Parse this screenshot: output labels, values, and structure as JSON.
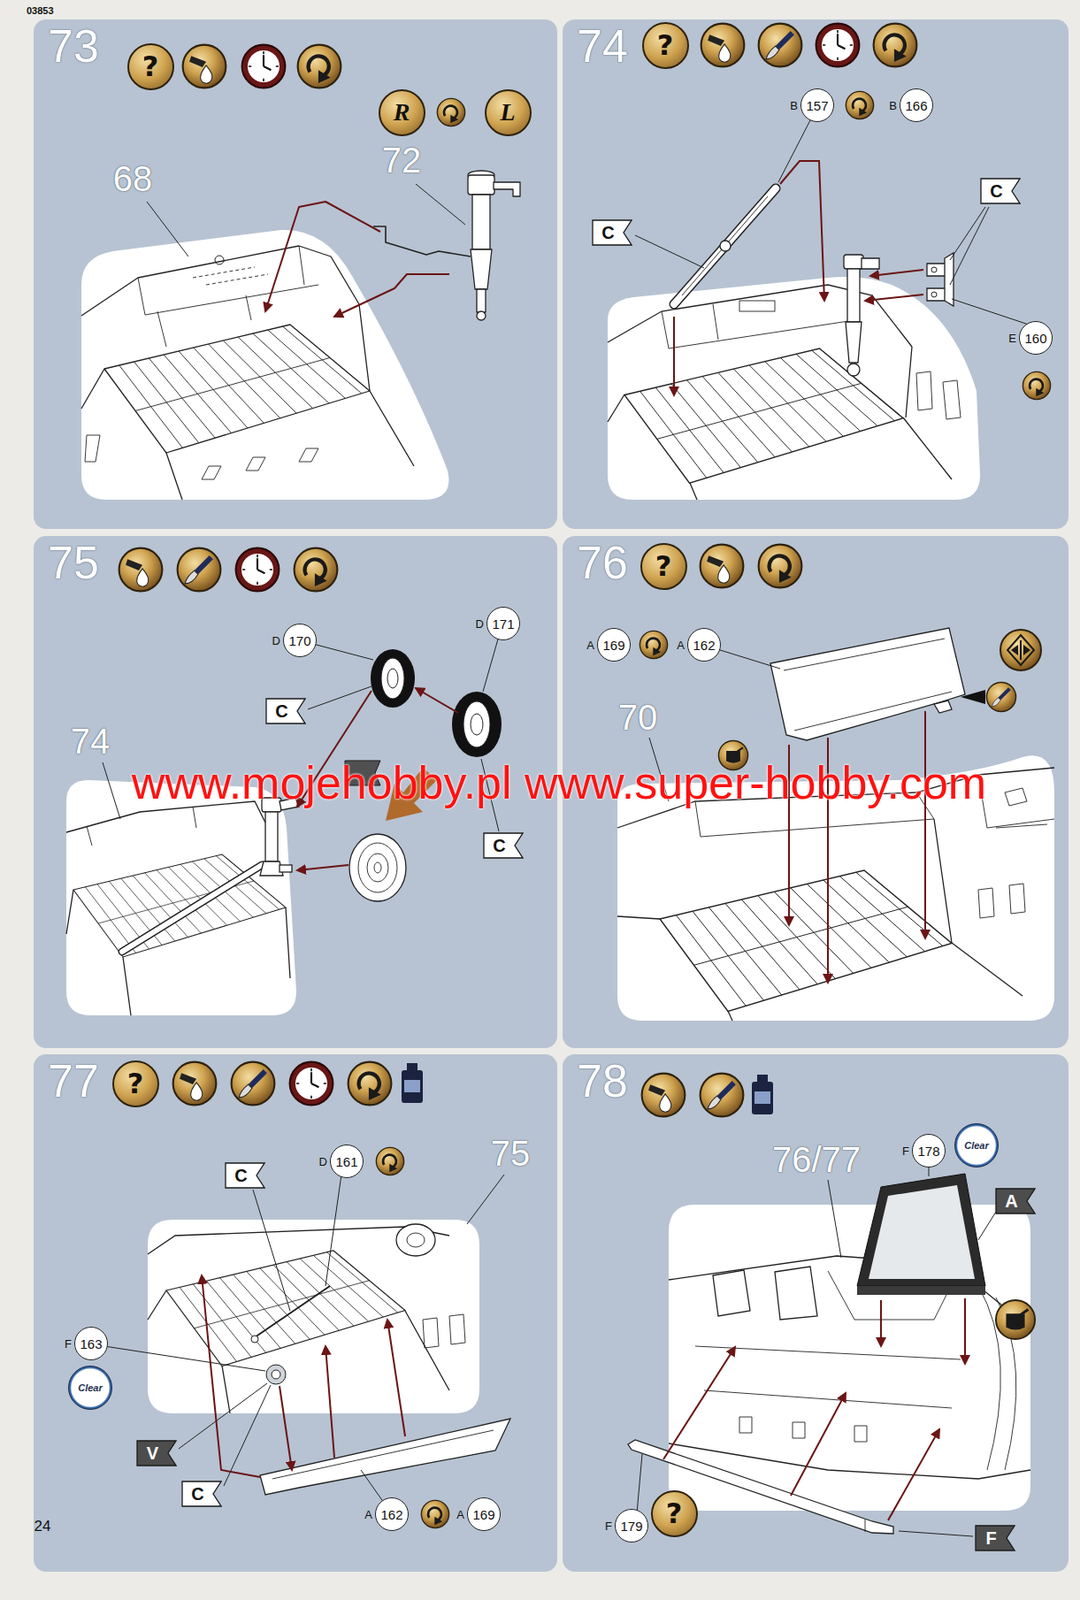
{
  "diagram": {
    "nodes": [
      {
        "text": [
          "73"
        ]
      },
      {
        "text": [
          "?"
        ],
        "in": 0
      },
      {
        "text": [
          "R"
        ],
        "in": 0
      },
      {
        "text": [
          "L"
        ],
        "in": 0
      },
      {
        "text": [
          "74"
        ]
      },
      {
        "text": [
          "?"
        ],
        "in": 4
      },
      {
        "text": [
          "B",
          "157"
        ],
        "in": 4
      },
      {
        "text": [
          "B",
          "166"
        ],
        "in": 4
      },
      {
        "text": [
          "C"
        ],
        "in": 4
      },
      {
        "text": [
          "C"
        ],
        "in": 4
      },
      {
        "text": [
          "E",
          "160"
        ],
        "in": 4
      },
      {
        "text": [
          "75"
        ]
      },
      {
        "text": [
          "D",
          "171"
        ],
        "in": 11
      },
      {
        "text": [
          "D",
          "170"
        ],
        "in": 11
      },
      {
        "text": [
          "C"
        ],
        "in": 11
      },
      {
        "text": [
          "C"
        ],
        "in": 11
      },
      {
        "text": [
          "76"
        ]
      },
      {
        "text": [
          "?"
        ],
        "in": 16
      },
      {
        "text": [
          "A",
          "169"
        ],
        "in": 16
      },
      {
        "text": [
          "A",
          "162"
        ],
        "in": 16
      },
      {
        "text": [
          "77"
        ]
      },
      {
        "text": [
          "?"
        ],
        "in": 20
      },
      {
        "text": [
          "C"
        ],
        "in": 20
      },
      {
        "text": [
          "D",
          "161"
        ],
        "in": 20
      },
      {
        "text": [
          "F",
          "163"
        ],
        "in": 20
      },
      {
        "text": [
          "Clear"
        ],
        "in": 20
      },
      {
        "text": [
          "V"
        ],
        "in": 20
      },
      {
        "text": [
          "C"
        ],
        "in": 20
      },
      {
        "text": [
          "A",
          "162"
        ],
        "in": 20
      },
      {
        "text": [
          "A",
          "169"
        ],
        "in": 20
      },
      {
        "text": [
          "78"
        ]
      },
      {
        "text": [
          "F",
          "178"
        ],
        "in": 30
      },
      {
        "text": [
          "Clear"
        ],
        "in": 30
      },
      {
        "text": [
          "A"
        ],
        "in": 30
      },
      {
        "text": [
          "F",
          "179"
        ],
        "in": 30
      },
      {
        "text": [
          "?"
        ],
        "in": 30
      },
      {
        "text": [
          "F"
        ],
        "in": 30
      }
    ],
    "labels": [
      "03853",
      "68",
      "72",
      "74",
      "70",
      "75",
      "76/77",
      "24",
      "www.mojehobby.pl www.super-hobby.com"
    ]
  }
}
